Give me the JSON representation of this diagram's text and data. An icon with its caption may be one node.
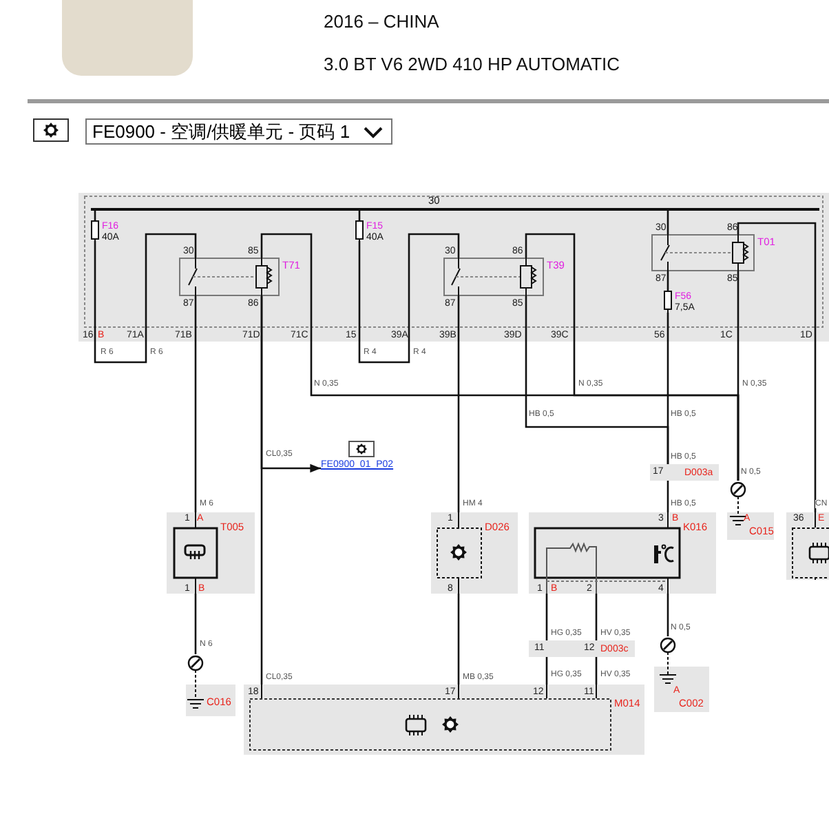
{
  "diagram": {
    "nodes": [
      {
        "text": [],
        "shape": "box"
      },
      {
        "text": [
          "30"
        ],
        "in": 0
      },
      {
        "text": [
          "F16",
          "40A"
        ],
        "in": 0
      },
      {
        "text": [
          "T71"
        ],
        "in": 0
      },
      {
        "text": [
          "F15",
          "40A"
        ],
        "in": 0
      },
      {
        "text": [
          "T39"
        ],
        "in": 0
      },
      {
        "text": [
          "T01"
        ],
        "in": 0
      },
      {
        "text": [
          "F56",
          "7,5A"
        ],
        "in": 0
      },
      {
        "text": [
          "FE0900_01_P02"
        ]
      },
      {
        "text": [
          "T005"
        ]
      },
      {
        "text": [
          "D026"
        ]
      },
      {
        "text": [
          "D003a"
        ]
      },
      {
        "text": [
          "K016"
        ]
      },
      {
        "text": [
          "C015"
        ]
      },
      {
        "text": [],
        "shape": "box"
      },
      {
        "text": [
          "C016"
        ]
      },
      {
        "text": [
          "D003c"
        ]
      },
      {
        "text": [
          "C002"
        ]
      },
      {
        "text": [
          "M014"
        ]
      }
    ],
    "edges": [
      {
        "from": 1,
        "to": 2,
        "arrow": "none"
      },
      {
        "from": 2,
        "to": 3,
        "arrow": "none",
        "label": "R 6"
      },
      {
        "from": 1,
        "to": 4,
        "arrow": "none"
      },
      {
        "from": 4,
        "to": 5,
        "arrow": "none",
        "label": "R 4"
      },
      {
        "from": 1,
        "to": 6,
        "arrow": "none"
      },
      {
        "from": 6,
        "to": 7,
        "arrow": "none"
      },
      {
        "from": 3,
        "to": 9,
        "arrow": "none",
        "label": "M 6"
      },
      {
        "from": 3,
        "to": 18,
        "arrow": "none",
        "label": "CL0,35"
      },
      {
        "from": 3,
        "to": 8,
        "arrow": "to",
        "label": "CL0,35"
      },
      {
        "from": 3,
        "to": 13,
        "arrow": "none",
        "label": "N 0,35"
      },
      {
        "from": 5,
        "to": 13,
        "arrow": "none",
        "label": "N 0,35"
      },
      {
        "from": 6,
        "to": 13,
        "arrow": "none",
        "label": "N 0,35"
      },
      {
        "from": 5,
        "to": 10,
        "arrow": "none",
        "label": "HM 4"
      },
      {
        "from": 5,
        "to": 11,
        "arrow": "none",
        "label": "HB 0,5"
      },
      {
        "from": 7,
        "to": 11,
        "arrow": "none",
        "label": "HB 0,5"
      },
      {
        "from": 11,
        "to": 12,
        "arrow": "none",
        "label": "HB 0,5"
      },
      {
        "from": 6,
        "to": 14,
        "arrow": "none",
        "label": "CN"
      },
      {
        "from": 9,
        "to": 15,
        "arrow": "none",
        "label": "N 6"
      },
      {
        "from": 10,
        "to": 18,
        "arrow": "none",
        "label": "MB 0,35"
      },
      {
        "from": 12,
        "to": 16,
        "arrow": "none",
        "label": "HG 0,35"
      },
      {
        "from": 12,
        "to": 16,
        "arrow": "none",
        "label": "HV 0,35"
      },
      {
        "from": 16,
        "to": 18,
        "arrow": "none",
        "label": "HG 0,35"
      },
      {
        "from": 16,
        "to": 18,
        "arrow": "none",
        "label": "HV 0,35"
      },
      {
        "from": 12,
        "to": 17,
        "arrow": "none",
        "label": "N 0,5"
      }
    ],
    "labels": [
      "2016 – CHINA",
      "3.0 BT V6 2WD 410 HP AUTOMATIC",
      "FE0900 - 空调/供暖单元 - 页码 1",
      "30",
      "85",
      "87",
      "86",
      "30",
      "86",
      "87",
      "85",
      "30",
      "86",
      "87",
      "85",
      "16",
      "B",
      "71A",
      "71B",
      "71D",
      "71C",
      "15",
      "39A",
      "39B",
      "39D",
      "39C",
      "56",
      "1C",
      "1D",
      "R 6",
      "R 4",
      "HB 0,5",
      "17",
      "N 0,5",
      "1",
      "A",
      "1",
      "3",
      "B",
      "A",
      "36",
      "E",
      "1",
      "B",
      "8",
      "1",
      "B",
      "2",
      "4",
      "11",
      "12",
      "18",
      "17",
      "12",
      "11",
      "A"
    ]
  }
}
